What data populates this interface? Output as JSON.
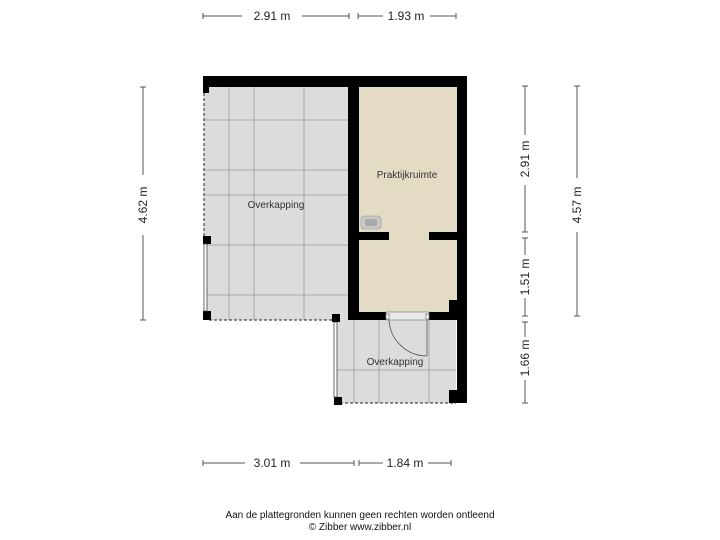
{
  "floorplan": {
    "rooms": [
      {
        "name": "Overkapping",
        "id": "overkapping-left",
        "color": "#dcdcdc"
      },
      {
        "name": "Praktijkruimte",
        "id": "praktijkruimte",
        "color": "#e3dbc4"
      },
      {
        "name": "Overkapping",
        "id": "overkapping-bottom",
        "color": "#dcdcdc"
      }
    ],
    "dimensions": {
      "top": [
        "2.91 m",
        "1.93 m"
      ],
      "bottom": [
        "3.01 m",
        "1.84 m"
      ],
      "left": [
        "4.62 m"
      ],
      "right_inner": [
        "2.91 m",
        "1.51 m",
        "1.66 m"
      ],
      "right_outer": [
        "4.57 m"
      ]
    }
  },
  "footer": {
    "disclaimer": "Aan de plattegronden kunnen geen rechten worden ontleend",
    "copyright": "© Zibber www.zibber.nl"
  },
  "colors": {
    "wall": "#000000",
    "covered": "#dcdcdc",
    "room": "#e3dbc4",
    "grid": "#9a9a9a"
  }
}
